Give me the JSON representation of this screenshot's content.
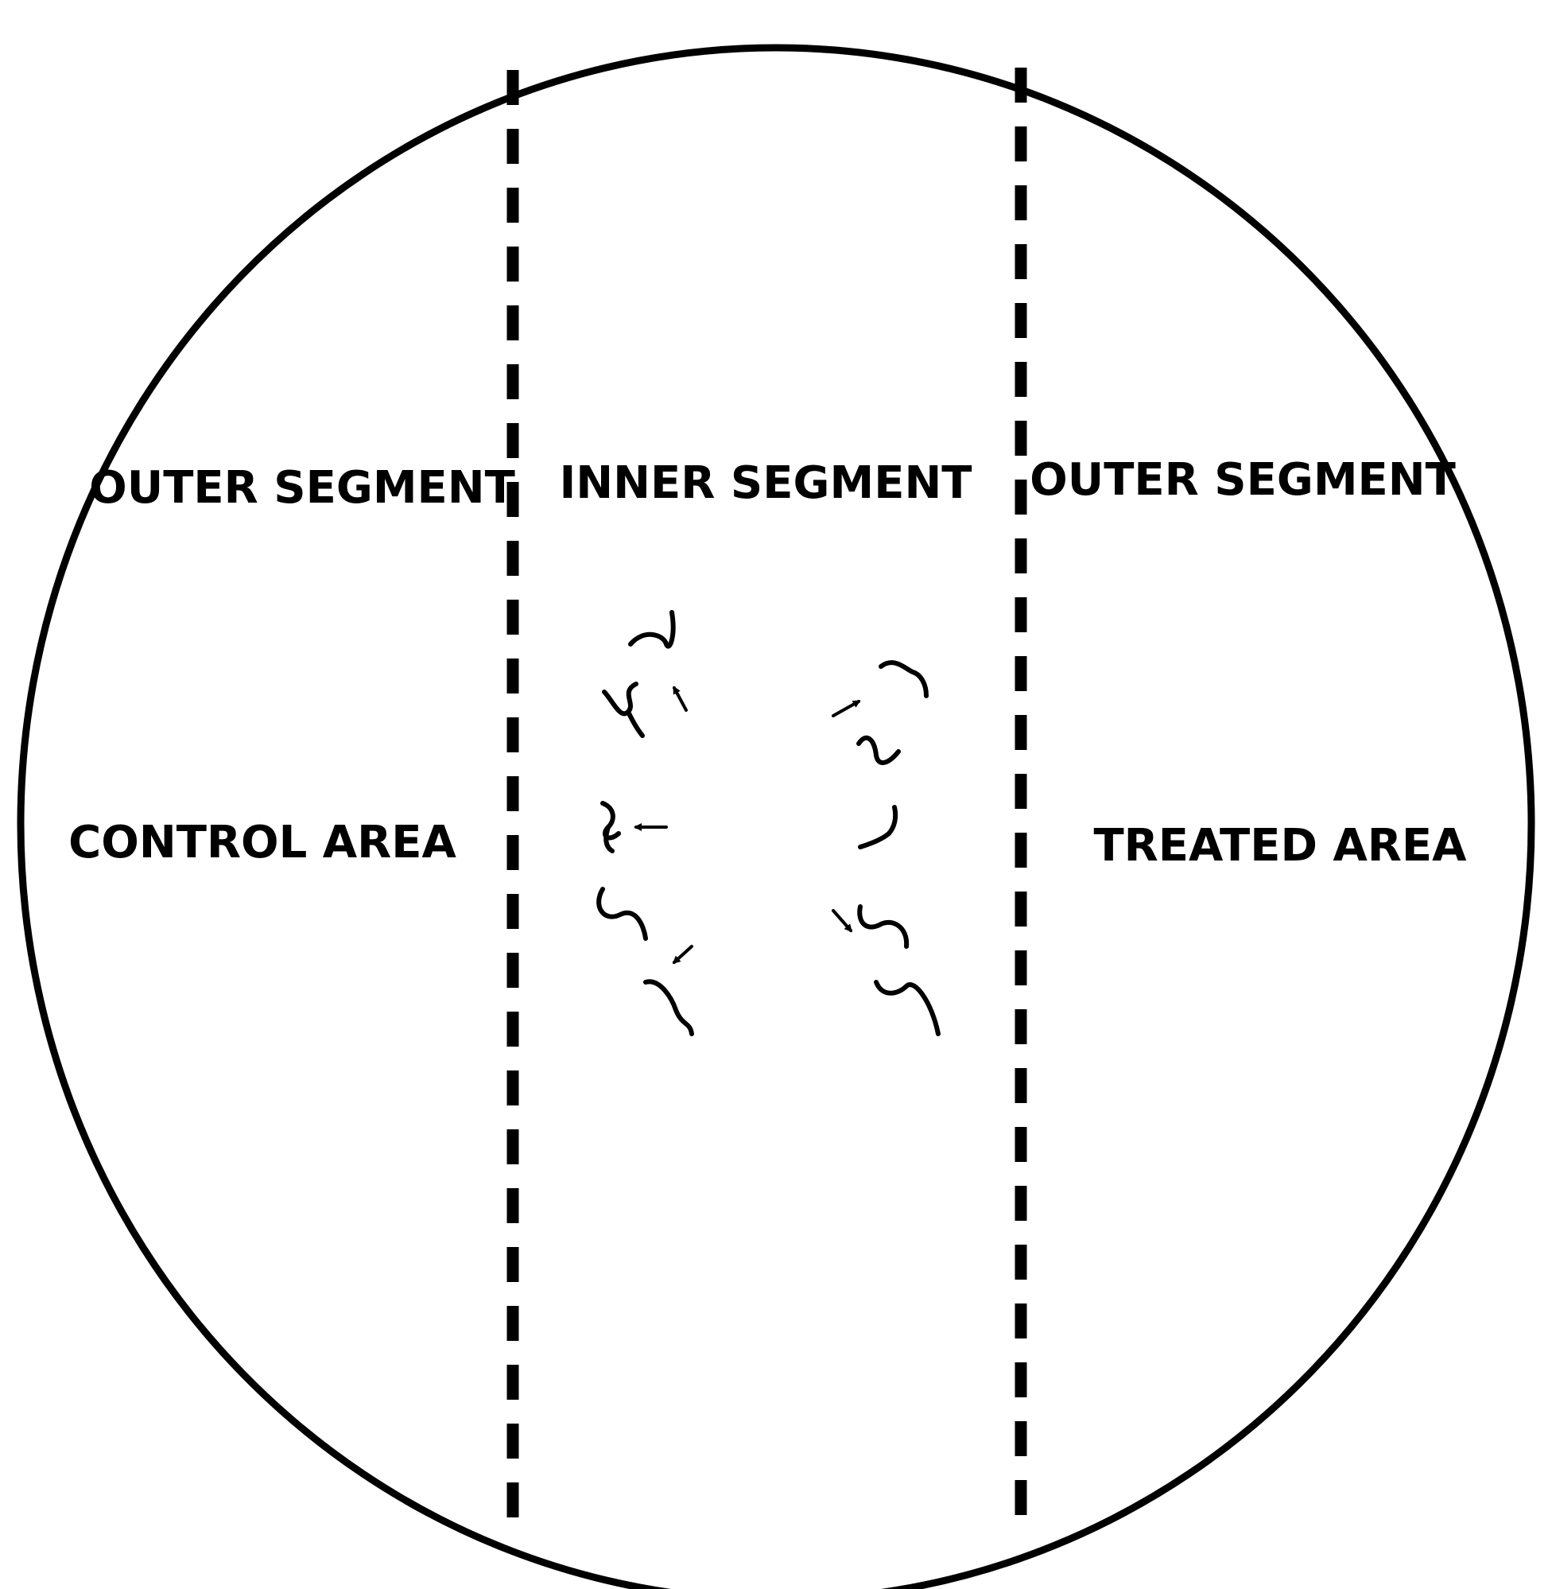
{
  "labels": {
    "outer_segment_left": "OUTER SEGMENT",
    "inner_segment": "INNER SEGMENT",
    "outer_segment_right": "OUTER SEGMENT",
    "control_area": "CONTROL AREA",
    "treated_area": "TREATED AREA"
  },
  "colors": {
    "line": "#000000",
    "background": "#ffffff"
  },
  "icons": {
    "organism": "squiggle-worm-icon",
    "movement": "arrow-icon"
  }
}
